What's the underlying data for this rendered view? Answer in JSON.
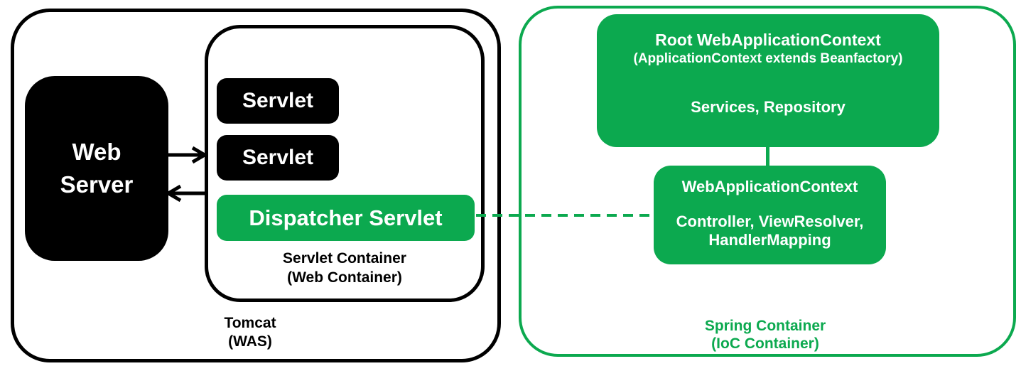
{
  "colors": {
    "green": "#0CA94F",
    "black": "#000000",
    "white": "#FFFFFF"
  },
  "tomcat": {
    "label_line1": "Tomcat",
    "label_line2": "(WAS)",
    "web_server": {
      "line1": "Web",
      "line2": "Server"
    },
    "servlet_container": {
      "label_line1": "Servlet Container",
      "label_line2": "(Web Container)",
      "servlet1": "Servlet",
      "servlet2": "Servlet",
      "dispatcher": "Dispatcher Servlet"
    }
  },
  "spring_container": {
    "label_line1": "Spring Container",
    "label_line2": "(IoC Container)",
    "root_context": {
      "title": "Root WebApplicationContext",
      "subtitle": "(ApplicationContext extends Beanfactory)",
      "body": "Services, Repository"
    },
    "web_context": {
      "title": "WebApplicationContext",
      "body_line1": "Controller, ViewResolver,",
      "body_line2": "HandlerMapping"
    }
  }
}
